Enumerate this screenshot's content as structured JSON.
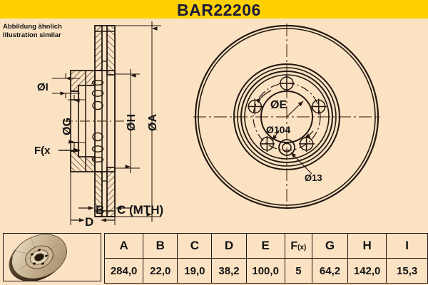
{
  "header": {
    "part_number": "BAR22206",
    "band_color": "#ffd100",
    "title_color": "#1a1a3c"
  },
  "page": {
    "background_color": "#fae2c3",
    "line_color": "#231710"
  },
  "note": {
    "line_de": "Abbildung ähnlich",
    "line_en": "Illustration similar"
  },
  "section_view": {
    "labels": {
      "diameter_i": "ØI",
      "diameter_g": "ØG",
      "diameter_h": "ØH",
      "diameter_a": "ØA",
      "fx": "F(x",
      "b": "B",
      "c": "C (MTH)",
      "d": "D"
    }
  },
  "front_view": {
    "labels": {
      "bore": "ØE",
      "bolt_circle": "Ø104",
      "hole": "Ø13"
    },
    "bolt_hole_count": 5
  },
  "spec_table": {
    "headers": [
      "A",
      "B",
      "C",
      "D",
      "E",
      "F(x)",
      "G",
      "H",
      "I"
    ],
    "fx_header": {
      "main": "F",
      "sub": "(x)"
    },
    "values": [
      "284,0",
      "22,0",
      "19,0",
      "38,2",
      "100,0",
      "5",
      "64,2",
      "142,0",
      "15,3"
    ]
  },
  "thumbnail": {
    "name": "brake-disc-photo"
  }
}
